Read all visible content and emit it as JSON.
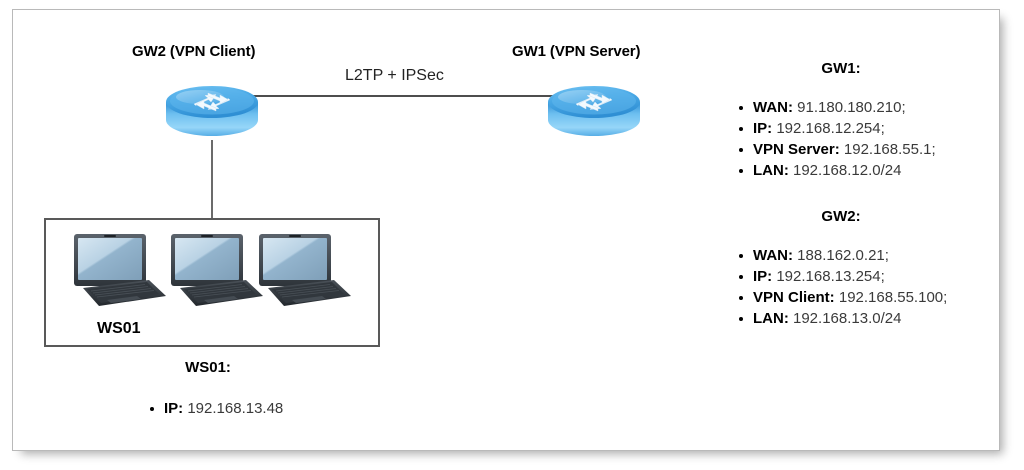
{
  "diagram": {
    "nodes": {
      "gw2": {
        "label": "GW2 (VPN Client)",
        "icon": "router-icon"
      },
      "gw1": {
        "label": "GW1 (VPN Server)",
        "icon": "router-icon"
      },
      "ws01_box_label": "WS01",
      "workstation_icon": "laptop-icon"
    },
    "links": {
      "tunnel_label": "L2TP + IPSec"
    }
  },
  "panels": [
    {
      "heading": "GW1:",
      "items": [
        {
          "label": "WAN:",
          "value": "91.180.180.210;"
        },
        {
          "label": "IP:",
          "value": "192.168.12.254;"
        },
        {
          "label": "VPN Server:",
          "value": "192.168.55.1;"
        },
        {
          "label": "LAN:",
          "value": "192.168.12.0/24"
        }
      ]
    },
    {
      "heading": "GW2:",
      "items": [
        {
          "label": "WAN:",
          "value": "188.162.0.21;"
        },
        {
          "label": "IP:",
          "value": "192.168.13.254;"
        },
        {
          "label": "VPN Client:",
          "value": "192.168.55.100;"
        },
        {
          "label": "LAN:",
          "value": "192.168.13.0/24"
        }
      ]
    }
  ],
  "ws01_panel": {
    "heading": "WS01:",
    "items": [
      {
        "label": "IP:",
        "value": "192.168.13.48"
      }
    ]
  },
  "colors": {
    "router_top_light": "#8fd2f7",
    "router_top_mid": "#4aa9e6",
    "router_body_dark": "#2f8fd4",
    "arrow_white": "#eef6fc",
    "laptop_body": "#3c4249",
    "laptop_screen": "#aac6dd",
    "frame_border": "#b9b9b9",
    "box_border": "#595959",
    "link_line": "#4d4d4d"
  }
}
